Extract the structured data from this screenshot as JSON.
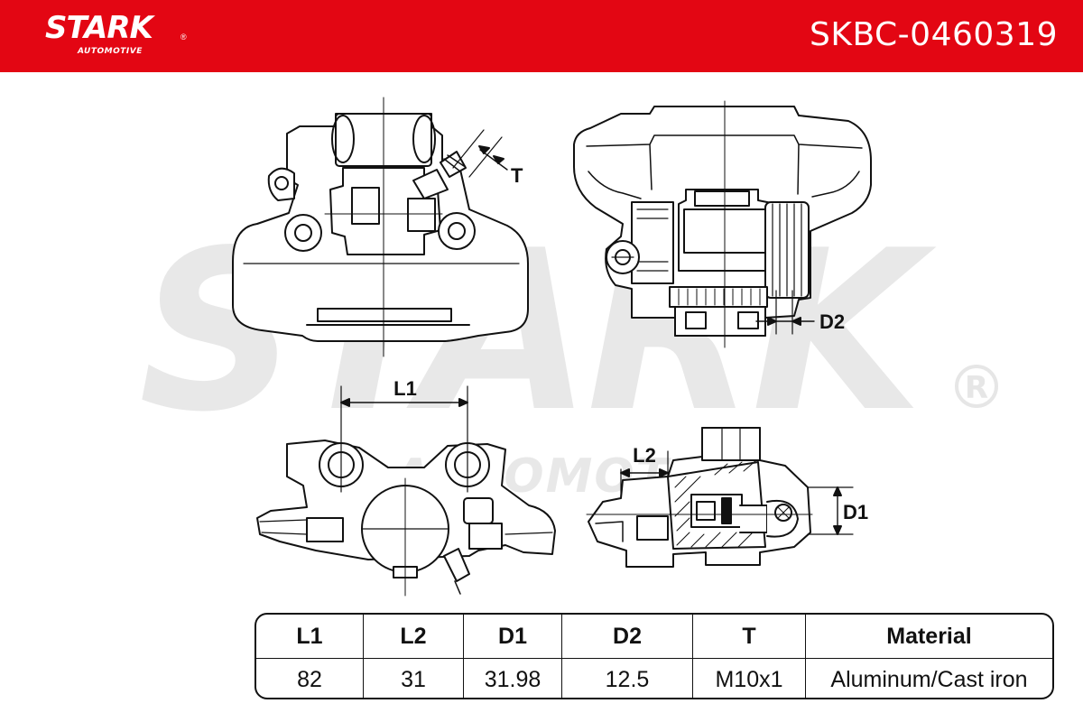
{
  "header": {
    "brand": "STARK",
    "brand_sub": "AUTOMOTIVE",
    "registered_mark": "®",
    "part_number": "SKBC-0460319",
    "background_color": "#e30613"
  },
  "watermark": {
    "text": "STARK",
    "sub_text": "AUTOMOTIVE",
    "registered_mark": "®"
  },
  "diagram": {
    "labels": {
      "t": "T",
      "d2": "D2",
      "l1": "L1",
      "l2": "L2",
      "d1": "D1"
    }
  },
  "specs": {
    "headers": [
      "L1",
      "L2",
      "D1",
      "D2",
      "T",
      "Material"
    ],
    "values": [
      "82",
      "31",
      "31.98",
      "12.5",
      "M10x1",
      "Aluminum/Cast iron"
    ]
  }
}
